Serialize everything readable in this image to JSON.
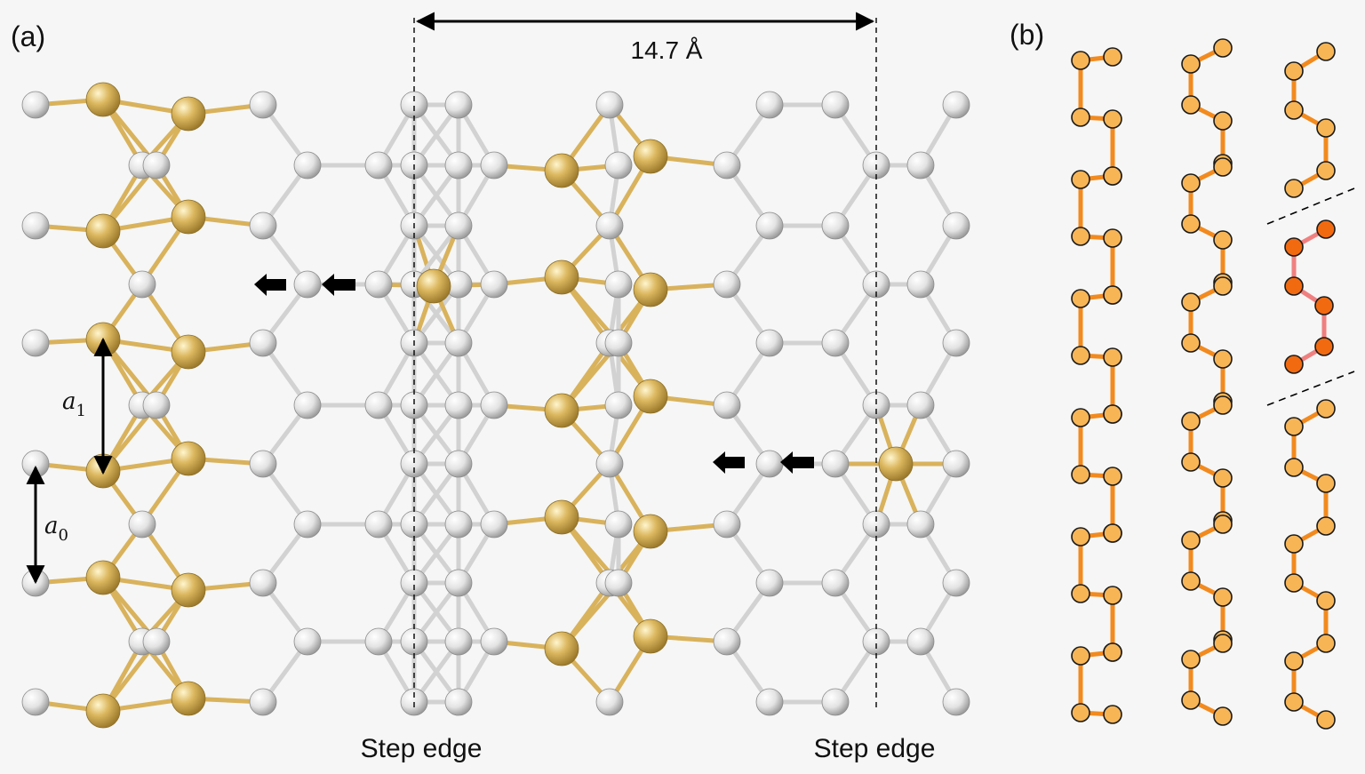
{
  "panel_a": {
    "label": "(a)",
    "spacing_label": "14.7 Å",
    "step_edge_left": "Step edge",
    "step_edge_right": "Step edge",
    "a1_symbol": "a",
    "a1_subscript": "1",
    "a0_symbol": "a",
    "a0_subscript": "0"
  },
  "panel_b": {
    "label": "(b)"
  },
  "colors": {
    "background": "#f5f6f5",
    "silicon_atom": "#d9d9d9",
    "gold_atom": "#c9a44a",
    "bond_si": "#d2d2d2",
    "bond_au": "#d9b25c",
    "chain_atom": "#f7b556",
    "chain_bond": "#f28a1e",
    "defect_atom": "#f26a10",
    "defect_bond": "#f08080"
  }
}
